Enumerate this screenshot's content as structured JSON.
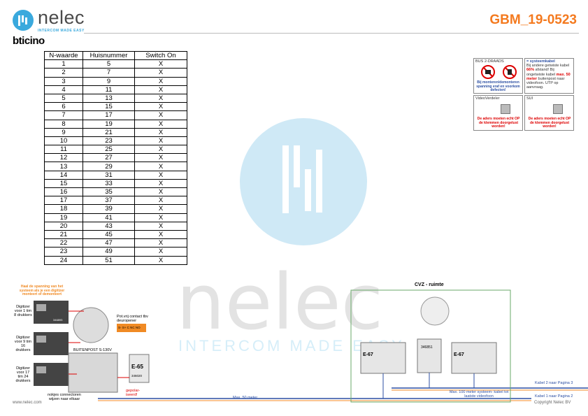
{
  "header": {
    "brand": "nelec",
    "tagline": "INTERCOM MADE EASY",
    "brand2": "bticino",
    "doc_code": "GBM_19-0523"
  },
  "table": {
    "columns": [
      "N-waarde",
      "Huisnummer",
      "Switch On"
    ],
    "rows": [
      [
        "1",
        "5",
        "X"
      ],
      [
        "2",
        "7",
        "X"
      ],
      [
        "3",
        "9",
        "X"
      ],
      [
        "4",
        "11",
        "X"
      ],
      [
        "5",
        "13",
        "X"
      ],
      [
        "6",
        "15",
        "X"
      ],
      [
        "7",
        "17",
        "X"
      ],
      [
        "8",
        "19",
        "X"
      ],
      [
        "9",
        "21",
        "X"
      ],
      [
        "10",
        "23",
        "X"
      ],
      [
        "11",
        "25",
        "X"
      ],
      [
        "12",
        "27",
        "X"
      ],
      [
        "13",
        "29",
        "X"
      ],
      [
        "14",
        "31",
        "X"
      ],
      [
        "15",
        "33",
        "X"
      ],
      [
        "16",
        "35",
        "X"
      ],
      [
        "17",
        "37",
        "X"
      ],
      [
        "18",
        "39",
        "X"
      ],
      [
        "19",
        "41",
        "X"
      ],
      [
        "20",
        "43",
        "X"
      ],
      [
        "21",
        "45",
        "X"
      ],
      [
        "22",
        "47",
        "X"
      ],
      [
        "23",
        "49",
        "X"
      ],
      [
        "24",
        "51",
        "X"
      ]
    ]
  },
  "notes": {
    "bus_title": "BUS 2-DRAADS",
    "bus_warning": "Bij monteren/demonteren spanning eraf en voorkom defecten!",
    "cable_title": "= systeemkabel",
    "cable_text1": "Bij andere getwiste kabel",
    "cable_pct": "66%",
    "cable_text2": "afstand! Bij ongetwiste kabel",
    "cable_max": "max. 50 meter",
    "cable_text3": "buitenpost naar videofoon. UTP op aanvraag.",
    "vv_title": "VideoVerdeler",
    "sui_title": "SUI",
    "wires_warning": "De aders moeten echt OP de klemmen doorgelust worden!"
  },
  "diagram": {
    "warn_left": "Haal de spanning van het systeem als je een digitizer monteert of demonteert",
    "dig1": "Digitizer voor 1 tim 8 drukkers",
    "dig2": "Digitizer voor 9 tim 16 drukkers",
    "dig3": "Digitizer voor 17 tim 24 drukkers",
    "dig_code": "346893",
    "buitenpost": "BUITENPOST S-130V",
    "potvrij": "Pot.vrij contact tbv deuropener",
    "relay_terminals": "S- S+ C NC NO",
    "e65": "E-65",
    "e65_code": "346020",
    "gepolar": "gepolar- iseerd!",
    "connectoren": "nokjes connectoren wijzen naar elkaar",
    "cvz": "CVZ - ruimte",
    "e67": "E-67",
    "dist_code": "346851",
    "max50": "Max. 50 meter",
    "max100": "Max. 100 meter systeem- kabel tot laatste videofoon",
    "kabel2": "Kabel 2 naar Pagina 3",
    "kabel1": "Kabel 1 naar Pagina 2"
  },
  "footer": {
    "website": "www.nelec.com",
    "copyright": "Copyright Nelec BV"
  },
  "colors": {
    "accent": "#3aa9dd",
    "doc_code": "#f47a1f",
    "cable_blue": "#2c4fa3"
  }
}
